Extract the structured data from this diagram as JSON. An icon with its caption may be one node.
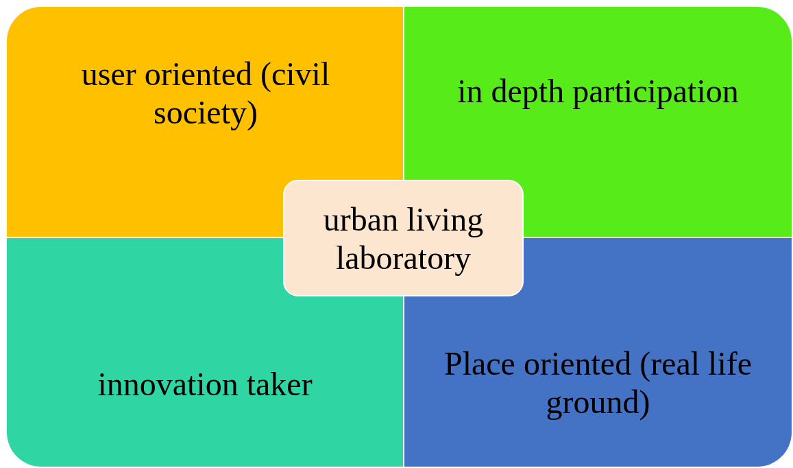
{
  "diagram": {
    "nodes": [
      {
        "text": [
          "user oriented (civil society)"
        ]
      },
      {
        "text": [
          "in depth participation"
        ]
      },
      {
        "text": [
          "urban living laboratory"
        ]
      },
      {
        "text": [
          "innovation taker"
        ]
      },
      {
        "text": [
          "Place oriented (real life ground)"
        ]
      }
    ]
  }
}
